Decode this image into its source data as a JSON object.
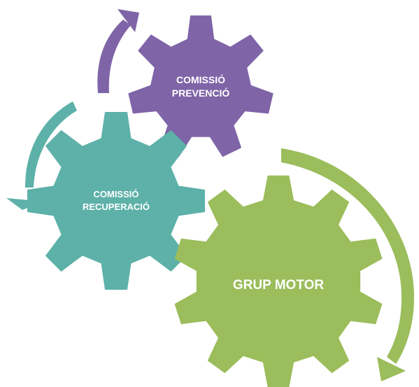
{
  "colors": {
    "prevencio": "#7f64a7",
    "recuperacio": "#5db1a8",
    "motor": "#9bbd5b",
    "label_text": "#ffffff",
    "background": "#ffffff"
  },
  "gears": {
    "prevencio": {
      "line1": "COMISSIÓ",
      "line2": "PREVENCIÓ"
    },
    "recuperacio": {
      "line1": "COMISSIÓ",
      "line2": "RECUPERACIÓ"
    },
    "motor": {
      "line1": "GRUP MOTOR"
    }
  },
  "arrows": {
    "prevencio_arrow_icon": "curved-arrow-up-right",
    "recuperacio_arrow_icon": "curved-arrow-down-left",
    "motor_arrow_icon": "curved-arrow-clockwise-down"
  }
}
